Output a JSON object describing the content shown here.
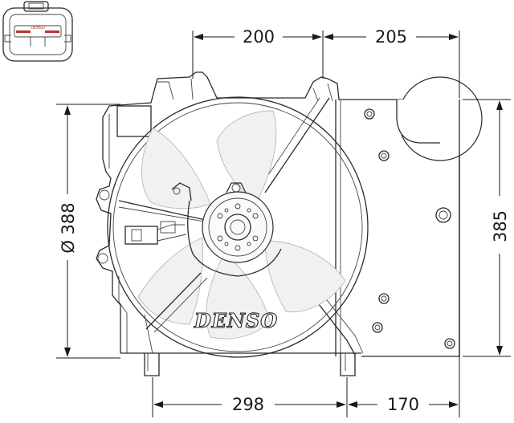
{
  "dimensions": {
    "top_left_width": "200",
    "top_right_width": "205",
    "bottom_left_width": "298",
    "bottom_right_width": "170",
    "fan_diameter": "Ø 388",
    "overall_height": "385"
  },
  "branding": {
    "fan_logo": "DENSO",
    "connector_logo": "DENSO"
  }
}
